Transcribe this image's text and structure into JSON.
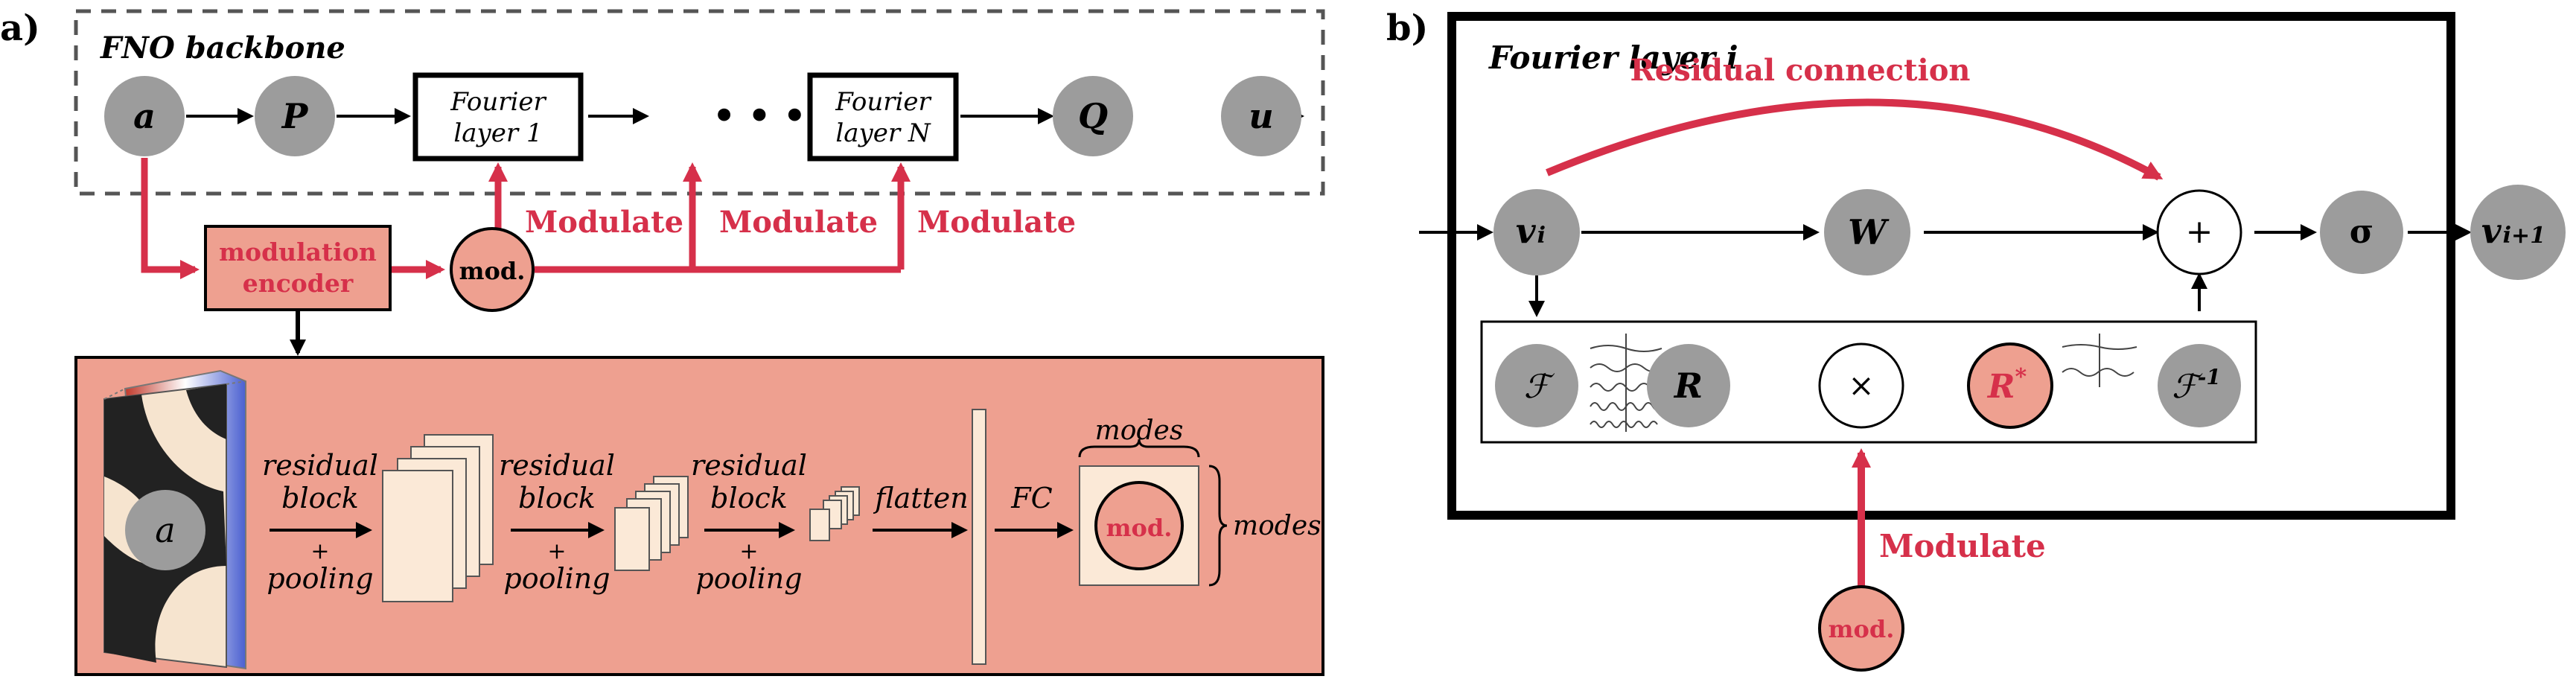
{
  "panel_a": {
    "tag": "a)",
    "backbone_title": "FNO backbone",
    "nodes": {
      "a": "a",
      "p": "P",
      "fourier1_line1": "Fourier",
      "fourier1_line2": "layer 1",
      "ellipsis": "• • •",
      "fourierN_line1": "Fourier",
      "fourierN_line2": "layer N",
      "q": "Q",
      "u": "u"
    },
    "modulation_encoder_line1": "modulation",
    "modulation_encoder_line2": "encoder",
    "mod_node": "mod.",
    "modulate_labels": [
      "Modulate",
      "Modulate",
      "Modulate"
    ],
    "encoder_detail": {
      "input_label": "a",
      "stages": [
        {
          "line1": "residual",
          "line2": "block",
          "plus": "+",
          "line3": "pooling"
        },
        {
          "line1": "residual",
          "line2": "block",
          "plus": "+",
          "line3": "pooling"
        },
        {
          "line1": "residual",
          "line2": "block",
          "plus": "+",
          "line3": "pooling"
        }
      ],
      "flatten": "flatten",
      "fc": "FC",
      "modes_top": "modes",
      "modes_right": "modes",
      "output_node": "mod."
    }
  },
  "panel_b": {
    "tag": "b)",
    "layer_title": "Fourier layer i",
    "residual_connection": "Residual connection",
    "v_in": "v",
    "v_in_sub": "i",
    "w": "W",
    "plus": "+",
    "sigma": "σ",
    "v_out": "v",
    "v_out_sub": "i+1",
    "fourier": "ℱ",
    "r": "R",
    "times": "×",
    "r_star": "R",
    "r_star_sup": "*",
    "inv_fourier": "ℱ",
    "inv_fourier_sup": "-1",
    "modulate": "Modulate",
    "mod_node": "mod."
  },
  "colors": {
    "accent_red": "#d6304a",
    "salmon_fill": "#eea090",
    "node_gray": "#9c9c9c",
    "cream": "#fbe9d7"
  }
}
